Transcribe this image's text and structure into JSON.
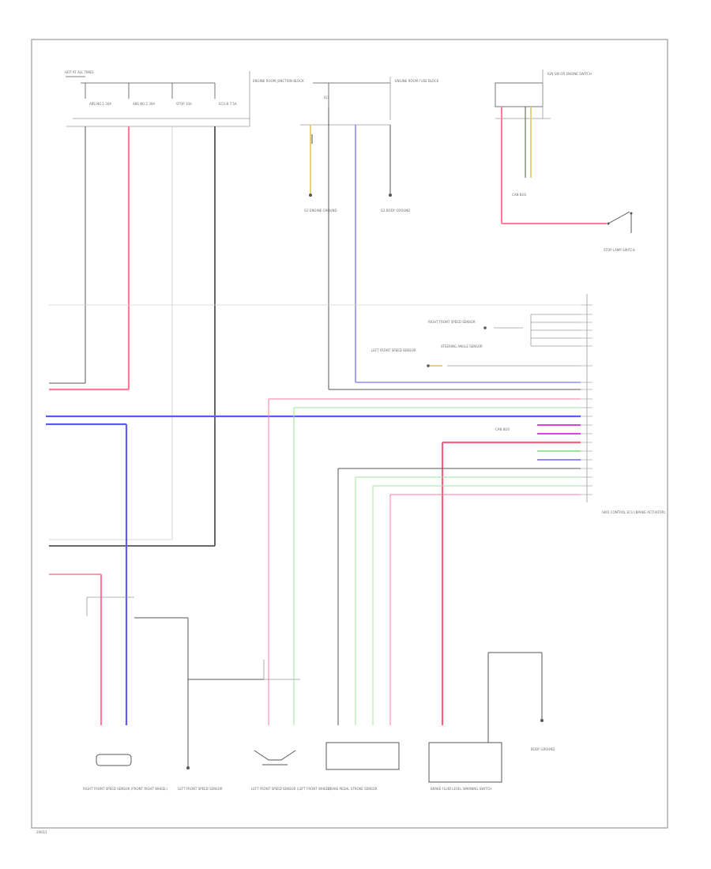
{
  "diagram": {
    "page_id": "2965/1",
    "colors": {
      "border": "#9a9a9a",
      "wire_black": "#555555",
      "wire_white": "#d4d4d4",
      "wire_red": "#ff7a9c",
      "wire_blue": "#5a5aff",
      "wire_lightblue": "#8c8cff",
      "wire_green": "#9be59b",
      "wire_yellow": "#e8cf7a",
      "wire_magenta": "#e040e0",
      "wire_red_solid": "#ff5f7f"
    },
    "labels": {
      "hot_at_all_times": "HOT AT ALL TIMES",
      "junction_block": "ENGINE ROOM JUNCTION BLOCK",
      "fuse_block_left": "ENGINE ROOM FUSE BLOCK",
      "fuse_block_top": "ENGINE ROOM FUSE BLOCK",
      "fuse_1": "ABS NO.1 50A",
      "fuse_2": "ABS NO.2 30A",
      "fuse_3": "STOP 10A",
      "fuse_4": "ECU-B 7.5A",
      "fuse_top": "IG1",
      "ground_left_a": "G1 ENGINE GROUND",
      "ground_left_b": "G2 BODY GROUND",
      "ignition_box": "IGN SW OR ENGINE SWITCH",
      "stop_switch": "STOP LAMP SWITCH",
      "sensor_right": "STEERING ANGLE SENSOR",
      "right_sensor": "RIGHT FRONT SPEED SENSOR",
      "left_sensor_ref": "LEFT FRONT SPEED SENSOR",
      "skid_control": "SKID CONTROL ECU (BRAKE ACTUATOR)",
      "connector_a": "CAN BUS",
      "connector_b": "CAN BUS",
      "bottom_1": "RIGHT FRONT SPEED SENSOR (FRONT RIGHT WHEEL)",
      "bottom_2": "LEFT FRONT SPEED SENSOR",
      "bottom_3": "LEFT FRONT SPEED SENSOR (LEFT FRONT WHEEL)",
      "bottom_4": "BRAKE PEDAL STROKE SENSOR",
      "bottom_5": "BRAKE FLUID LEVEL WARNING SWITCH",
      "bottom_6": "BODY GROUND"
    }
  }
}
